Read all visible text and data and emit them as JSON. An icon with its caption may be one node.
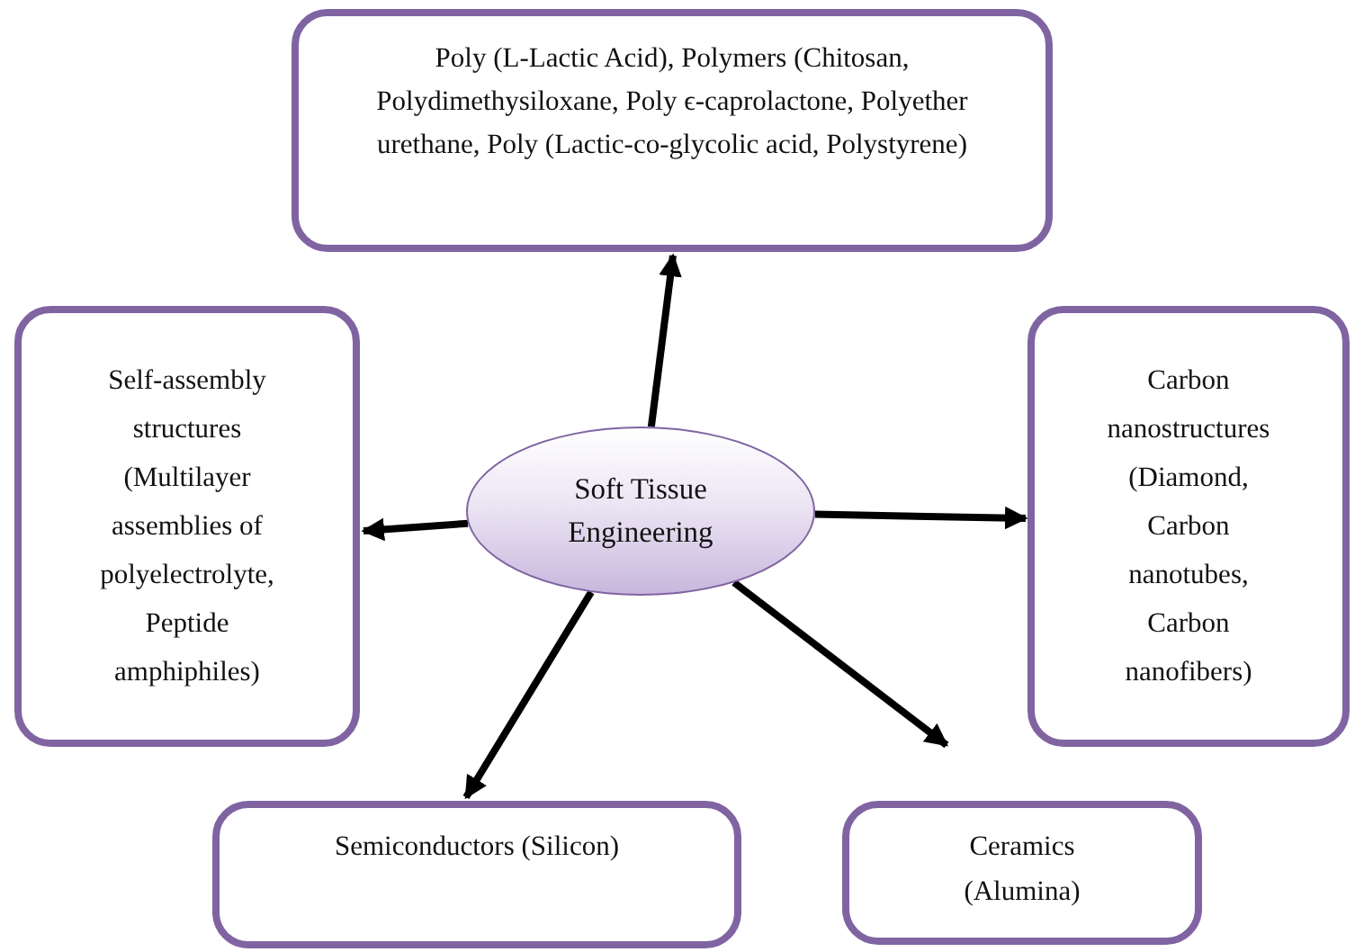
{
  "diagram": {
    "nodes": [
      {
        "text": [
          "Poly (L-Lactic Acid), Polymers (Chitosan, Polydimethysiloxane, Poly ϵ-caprolactone, Polyether urethane, Poly (Lactic-co-glycolic acid, Polystyrene)"
        ]
      },
      {
        "text": [
          "Self-assembly structures (Multilayer assemblies of polyelectrolyte, Peptide amphiphiles)"
        ]
      },
      {
        "text": [
          "Soft Tissue Engineering"
        ]
      },
      {
        "text": [
          "Carbon nanostructures (Diamond, Carbon nanotubes, Carbon nanofibers)"
        ]
      },
      {
        "text": [
          "Semiconductors (Silicon)"
        ]
      },
      {
        "text": [
          "Ceramics (Alumina)"
        ]
      }
    ],
    "edges": [
      {
        "from": 2,
        "to": 0,
        "arrow": "to"
      },
      {
        "from": 2,
        "to": 1,
        "arrow": "to"
      },
      {
        "from": 2,
        "to": 3,
        "arrow": "to"
      },
      {
        "from": 2,
        "to": 4,
        "arrow": "to"
      },
      {
        "from": 2,
        "to": 5,
        "arrow": "to"
      }
    ]
  }
}
